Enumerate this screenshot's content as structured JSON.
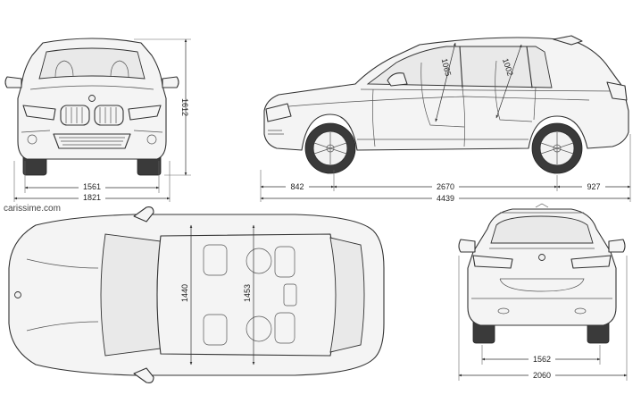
{
  "watermark": "carissime.com",
  "brand_color": "#1c69d4",
  "dimensions": {
    "front_track": "1561",
    "front_width": "1821",
    "front_height": "1612",
    "front_overhang": "842",
    "wheelbase": "2670",
    "rear_overhang": "927",
    "overall_length": "4439",
    "front_headroom": "1065",
    "rear_headroom": "1002",
    "front_shoulder_width": "1440",
    "rear_shoulder_width": "1453",
    "rear_track": "1562",
    "width_with_mirrors": "2060"
  }
}
